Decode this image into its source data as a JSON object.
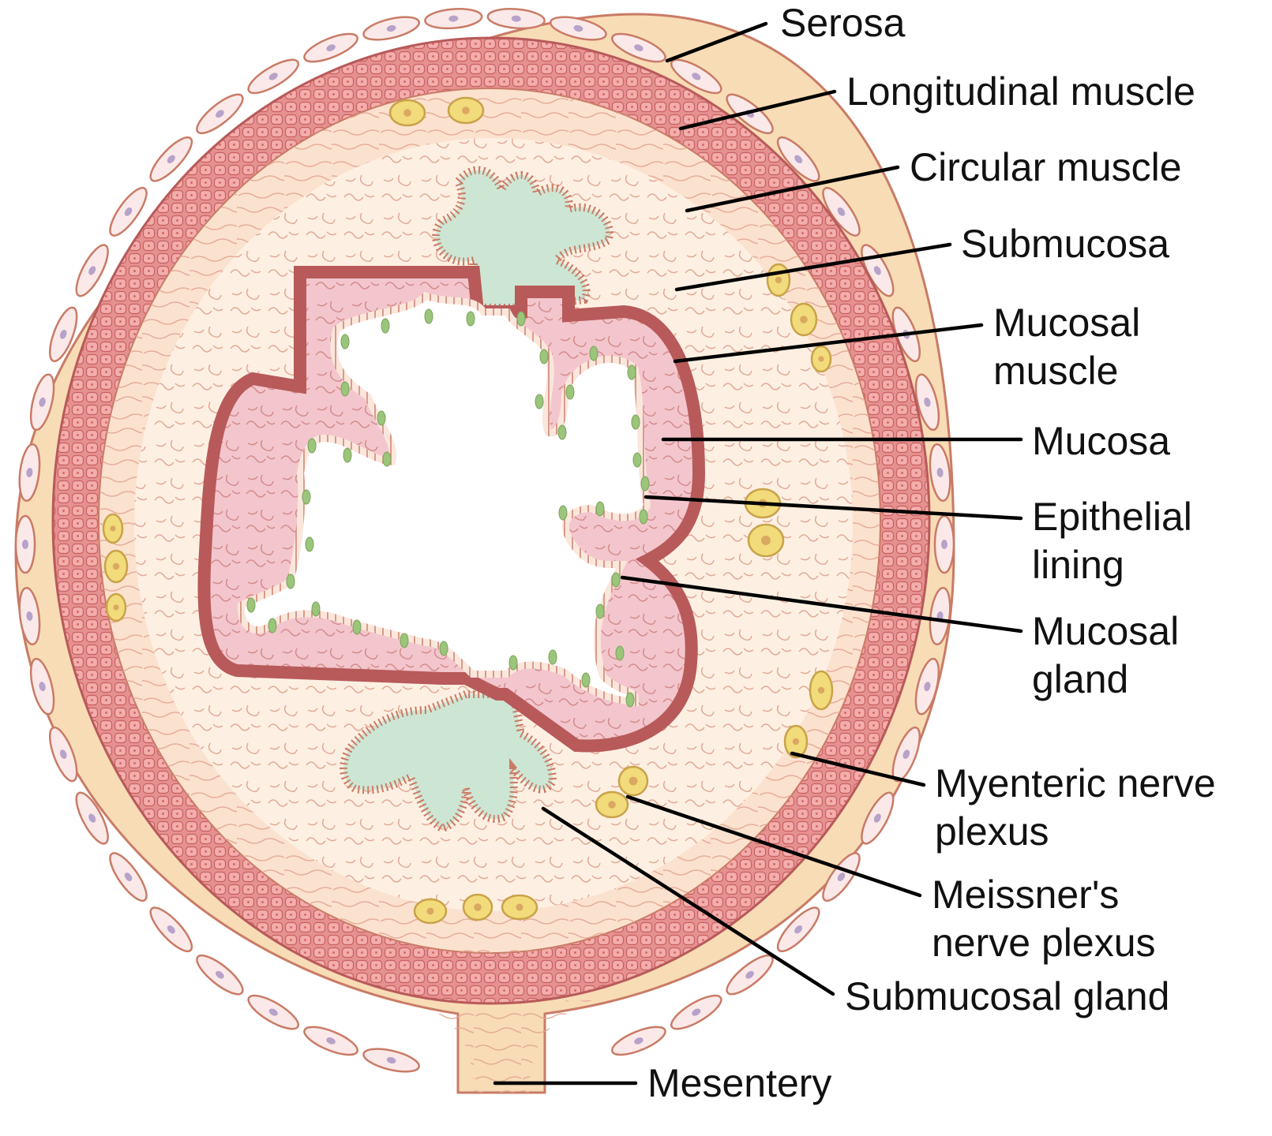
{
  "labels": {
    "serosa": "Serosa",
    "longitudinal_muscle": "Longitudinal muscle",
    "circular_muscle": "Circular muscle",
    "submucosa": "Submucosa",
    "mucosal_muscle": [
      "Mucosal",
      "muscle"
    ],
    "mucosa": "Mucosa",
    "epithelial_lining": [
      "Epithelial",
      "lining"
    ],
    "mucosal_gland": [
      "Mucosal",
      "gland"
    ],
    "myenteric_nerve_plexus": [
      "Myenteric nerve",
      "plexus"
    ],
    "meissners_nerve_plexus": [
      "Meissner's",
      "nerve plexus"
    ],
    "submucosal_gland": "Submucosal gland",
    "mesentery": "Mesentery"
  },
  "colors": {
    "serosa": "#f8dcb6",
    "serosa_cell": "#fbe9e9",
    "serosa_nucleus": "#b7a3c9",
    "longitudinal_muscle": "#d9787a",
    "longitudinal_muscle_cell": "#f2a8a8",
    "circular_muscle": "#fbe2cf",
    "submucosa": "#fdf0e2",
    "fiber": "#dc9a88",
    "mucosa": "#f3c6cd",
    "mucosal_muscle": "#c86e6a",
    "epithelium": "#fbe6dc",
    "gland_lumen": "#cde6d3",
    "goblet_cell": "#9bc57a",
    "nerve_cell": "#f2db7a",
    "nerve_nucleus": "#d9a861",
    "outline": "#c97b66"
  }
}
